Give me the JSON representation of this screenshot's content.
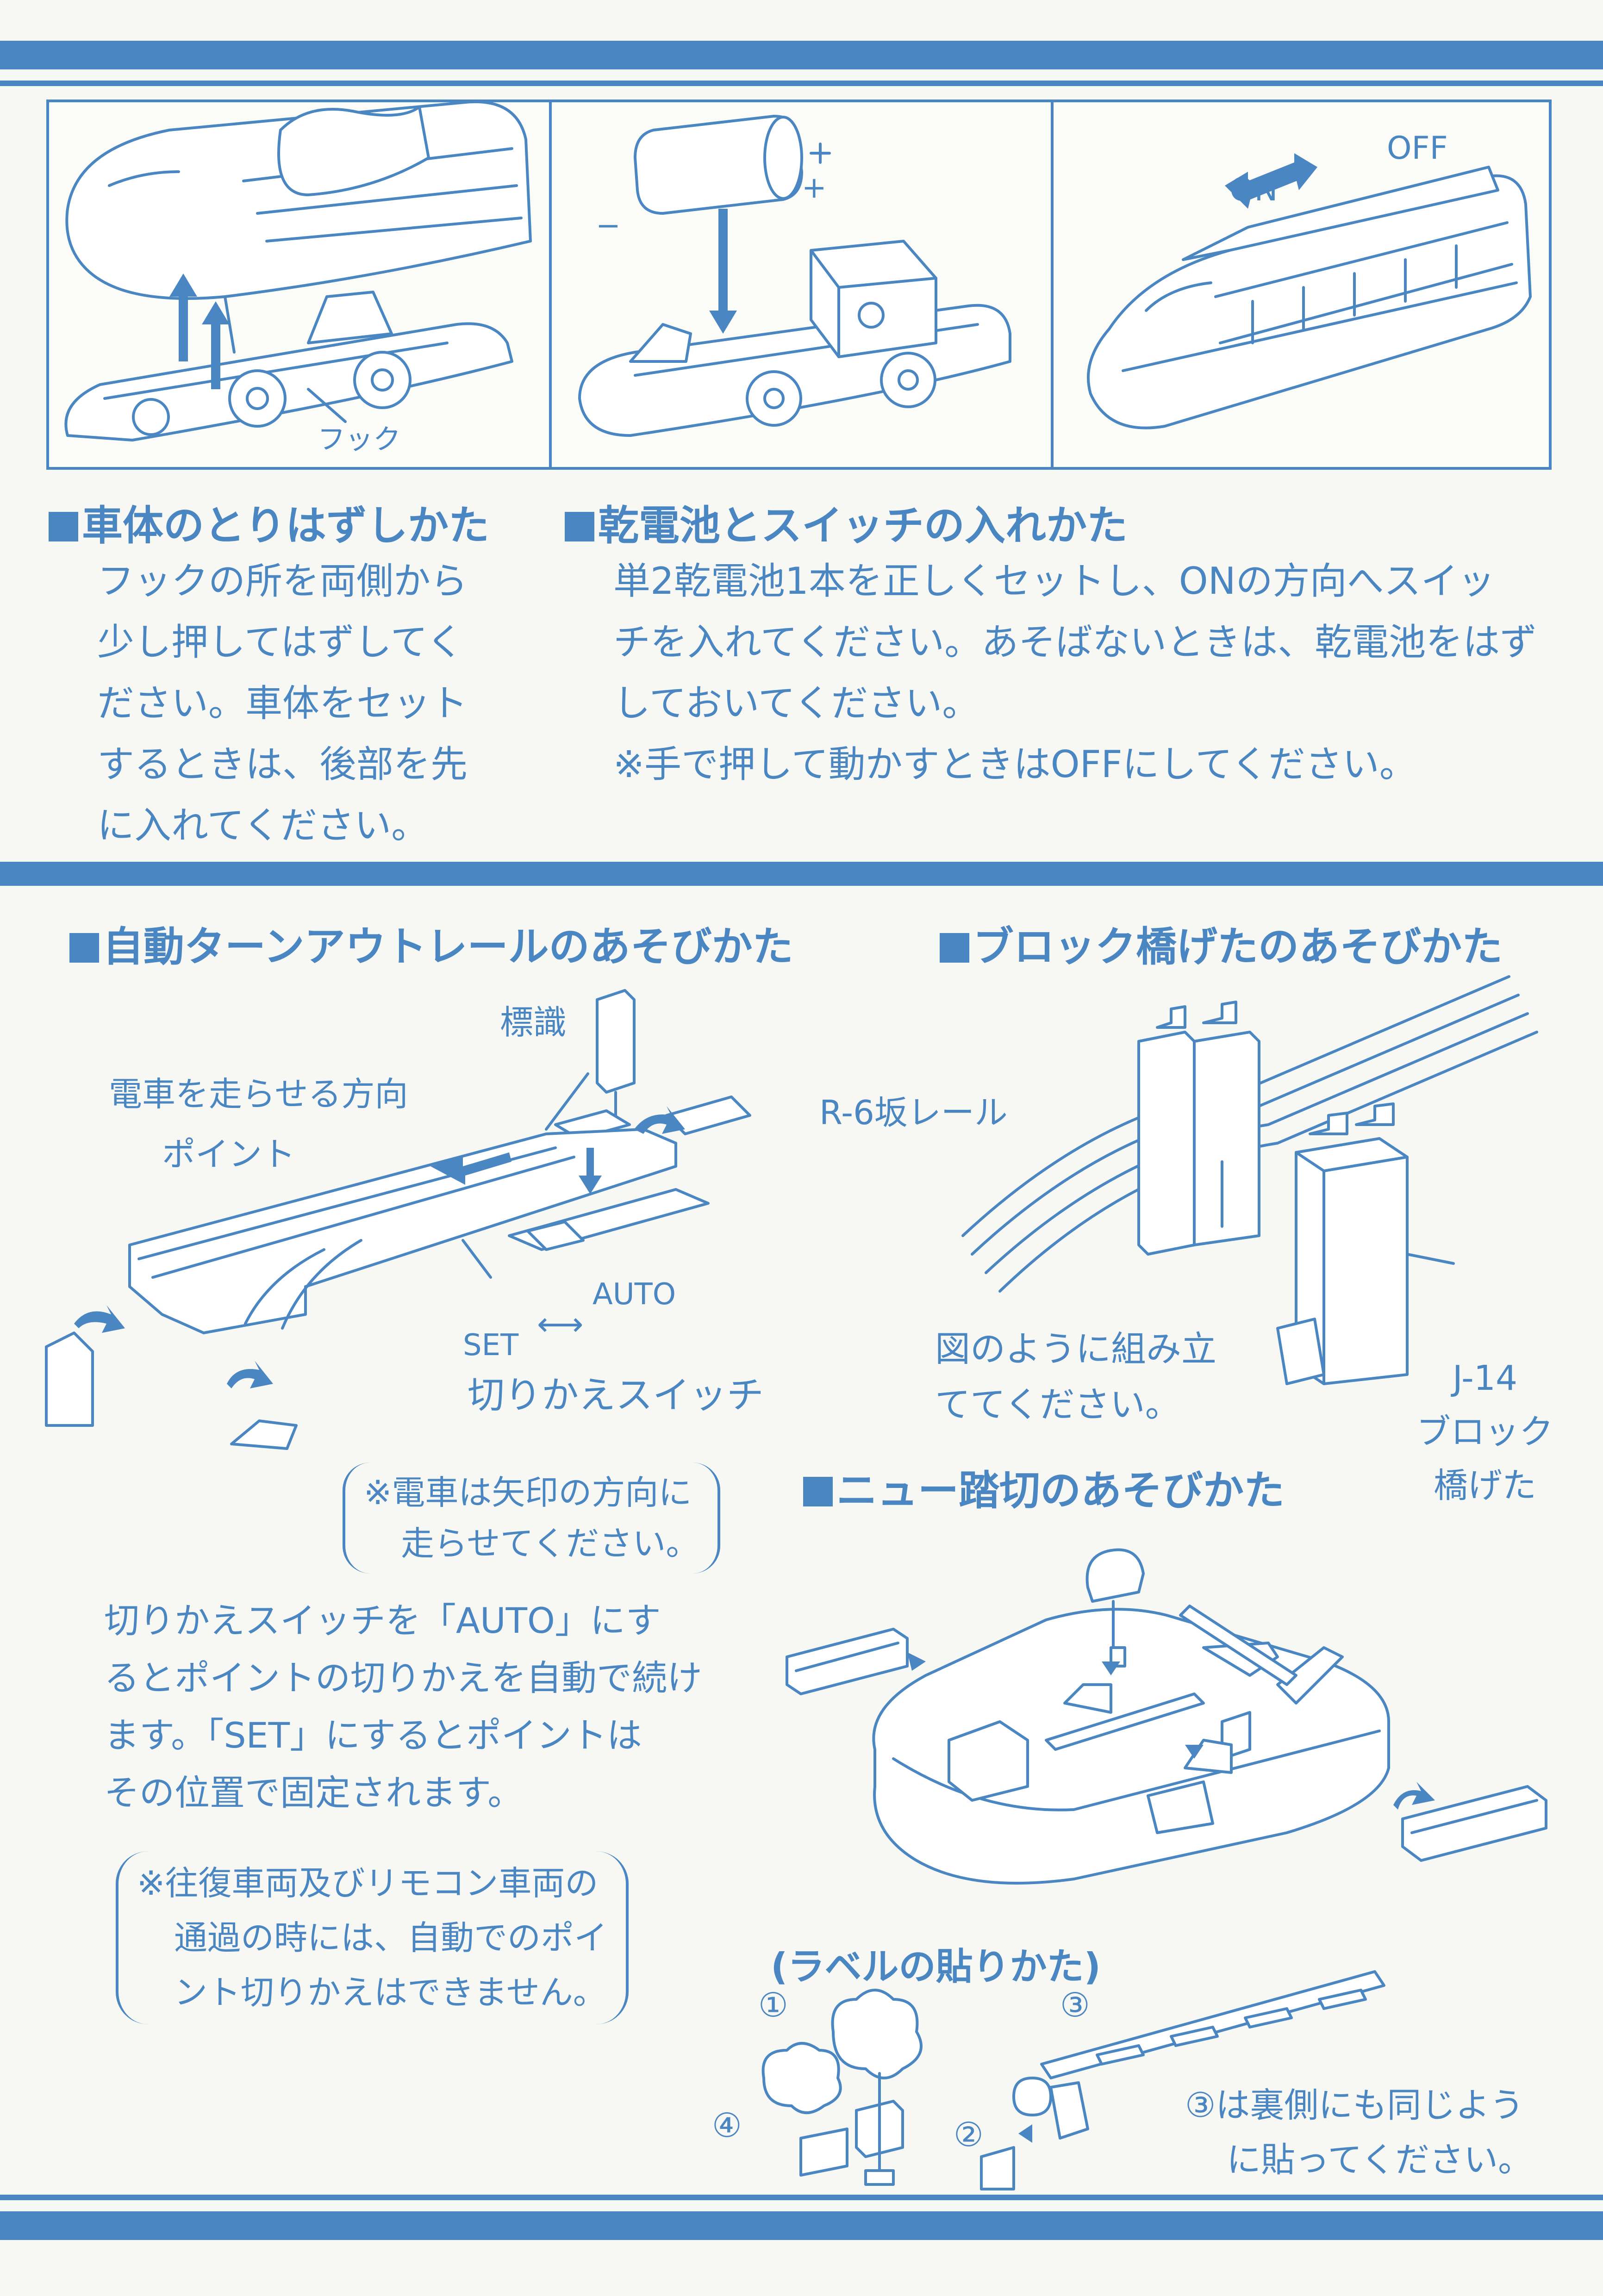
{
  "panels": {
    "hook_label": "フック",
    "minus": "−",
    "plus": "+",
    "on_label": "ON",
    "off_label": "OFF"
  },
  "section_body_removal": {
    "heading": "車体のとりはずしかた",
    "lines": [
      "フックの所を両側から",
      "少し押してはずしてく",
      "ださい。車体をセット",
      "するときは、後部を先",
      "に入れてください。"
    ]
  },
  "section_battery": {
    "heading": "乾電池とスイッチの入れかた",
    "lines": [
      "単2乾電池1本を正しくセットし、ONの方向へスイッ",
      "チを入れてください。あそばないときは、乾電池をはず",
      "しておいてください。",
      "※手で押して動かすときはOFFにしてください。"
    ]
  },
  "section_turnout": {
    "heading": "自動ターンアウトレールのあそびかた",
    "sign_label": "標識",
    "direction_label": "電車を走らせる方向",
    "point_label": "ポイント",
    "set_label": "SET",
    "auto_label": "AUTO",
    "switch_label": "切りかえスイッチ",
    "note_lines": [
      "※電車は矢印の方向に",
      "走らせてください。"
    ],
    "body_lines": [
      "切りかえスイッチを「AUTO」にす",
      "るとポイントの切りかえを自動で続け",
      "ます。「SET」にするとポイントは",
      "その位置で固定されます。"
    ],
    "note2_lines": [
      "※往復車両及びリモコン車両の",
      "通過の時には、自動でのポイ",
      "ント切りかえはできません。"
    ]
  },
  "section_bridge": {
    "heading": "ブロック橋げたのあそびかた",
    "rail_label": "R-6坂レール",
    "assemble_lines": [
      "図のように組み立",
      "ててください。"
    ],
    "block_lines": [
      "J-14",
      "ブロック",
      "橋げた"
    ]
  },
  "section_crossing": {
    "heading": "ニュー踏切のあそびかた",
    "label_heading": "(ラベルの貼りかた)",
    "num1": "①",
    "num2": "②",
    "num3": "③",
    "num4": "④",
    "note_lines": [
      "③は裏側にも同じよう",
      "に貼ってください。"
    ]
  },
  "colors": {
    "accent": "#4a86c2",
    "paper": "#f7f7f3"
  }
}
